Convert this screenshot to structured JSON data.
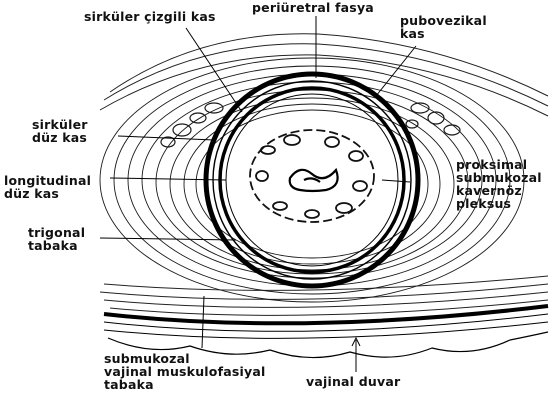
{
  "labels": {
    "sirkuler_cizgili_kas": "sirküler çizgili kas",
    "periuretral_fasya": "periüretral fasya",
    "pubovezikal_kas": [
      "pubovezikal",
      "kas"
    ],
    "sirkuler_duz_kas": [
      "sirküler",
      "düz kas"
    ],
    "longitudinal_duz_kas": [
      "longitudinal",
      "düz kas"
    ],
    "trigonal_tabaka": [
      "trigonal",
      "tabaka"
    ],
    "proksimal_pleksus": [
      "proksimal",
      "submukozal",
      "kavernöz",
      "pleksus"
    ],
    "submukozal_tabaka": [
      "submukozal",
      "vajinal muskulofasiyal",
      "tabaka"
    ],
    "vajinal_duvar": "vajinal duvar"
  }
}
